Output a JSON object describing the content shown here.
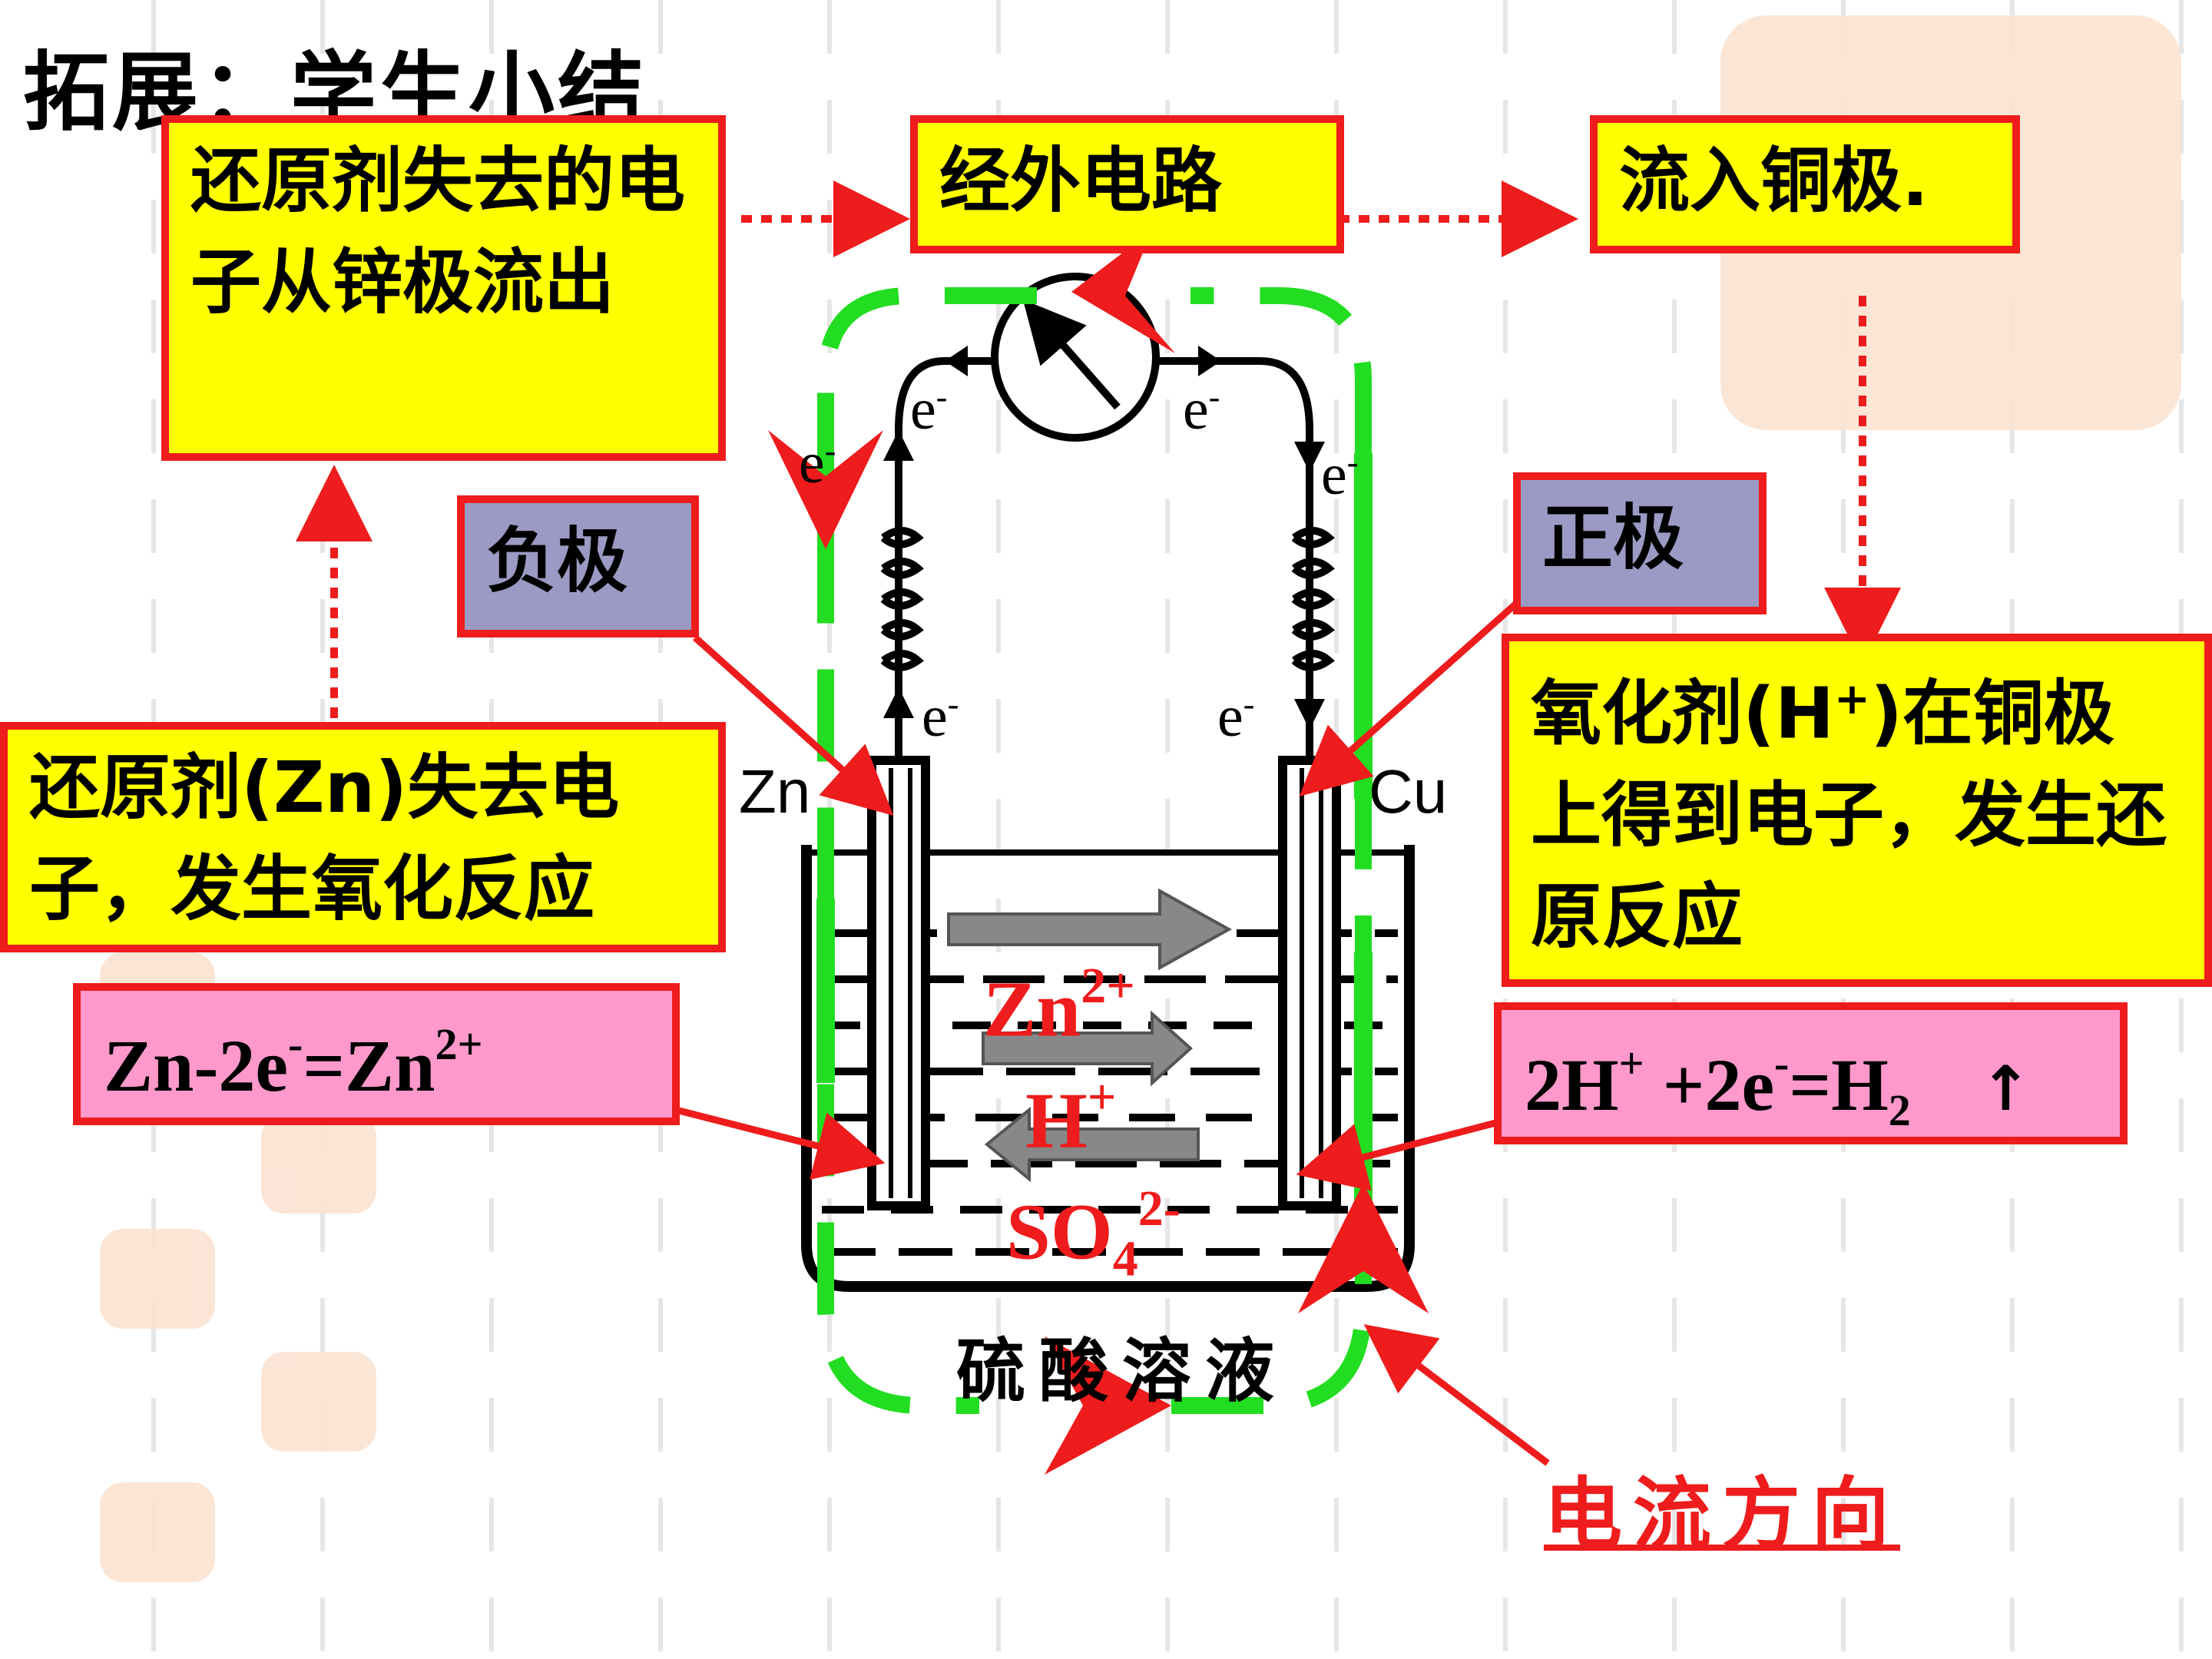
{
  "title": "拓展：学生小结",
  "boxes": {
    "reducer_loses_electrons": "还原剂失去的电子从锌极流出",
    "external_circuit": "经外电路",
    "flows_to_copper": "流入铜极.",
    "negative_pole": "负极",
    "positive_pole": "正极",
    "zn_oxidation": "还原剂(Zn)失去电子，发生氧化反应",
    "oxidant_prefix": "氧化剂(H",
    "oxidant_sup": "+",
    "oxidant_suffix": ")在铜极上得到电子，发生还原反应"
  },
  "equations": {
    "anode": {
      "a": "Zn-2e",
      "a_sup": "-",
      "b": "=Zn",
      "b_sup": "2+"
    },
    "cathode": {
      "a": "2H",
      "a_sup": "+",
      "b": " +2e",
      "b_sup": "-",
      "c": "=H",
      "c_sub": "2",
      "d": "↑"
    }
  },
  "diagram": {
    "zn_label": "Zn",
    "cu_label": "Cu",
    "electron": "e",
    "electron_sup": "-",
    "solution_label": "硫酸溶液",
    "current_direction": "电流方向",
    "ions": {
      "zn": "Zn",
      "zn_sup": "2+",
      "h": "H",
      "h_sup": "+",
      "so4": "SO",
      "so4_sub": "4",
      "so4_sup": "2-"
    }
  },
  "colors": {
    "box_border": "#ee1c1c",
    "yellow": "#ffff00",
    "gray": "#9a9ac4",
    "pink": "#ff99cc",
    "circuit_green": "#22dd22",
    "arrow_red": "#ee1c1c"
  }
}
